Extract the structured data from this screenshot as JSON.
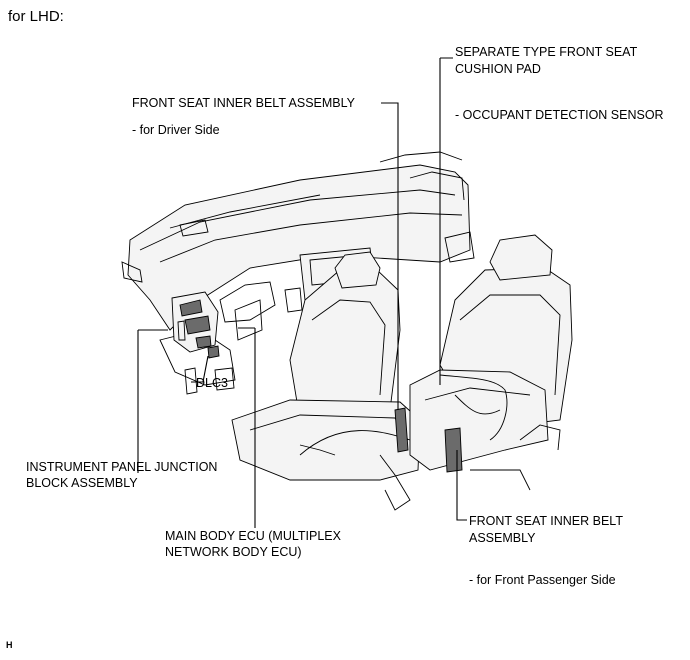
{
  "title": "for LHD:",
  "labels": {
    "separate_pad_line1": "SEPARATE TYPE FRONT SEAT",
    "separate_pad_line2": "CUSHION PAD",
    "occupant_sensor": "- OCCUPANT DETECTION SENSOR",
    "inner_belt_driver": "FRONT SEAT INNER BELT ASSEMBLY",
    "driver_side_note": "- for Driver Side",
    "dlc3": "DLC3",
    "junction_block_line1": "INSTRUMENT PANEL JUNCTION",
    "junction_block_line2": "BLOCK ASSEMBLY",
    "main_ecu_line1": "MAIN BODY ECU (MULTIPLEX",
    "main_ecu_line2": "NETWORK BODY ECU)",
    "inner_belt_passenger_line1": "FRONT SEAT INNER BELT",
    "inner_belt_passenger_line2": "ASSEMBLY",
    "passenger_side_note": "- for Front Passenger Side"
  },
  "corner_mark": "H"
}
